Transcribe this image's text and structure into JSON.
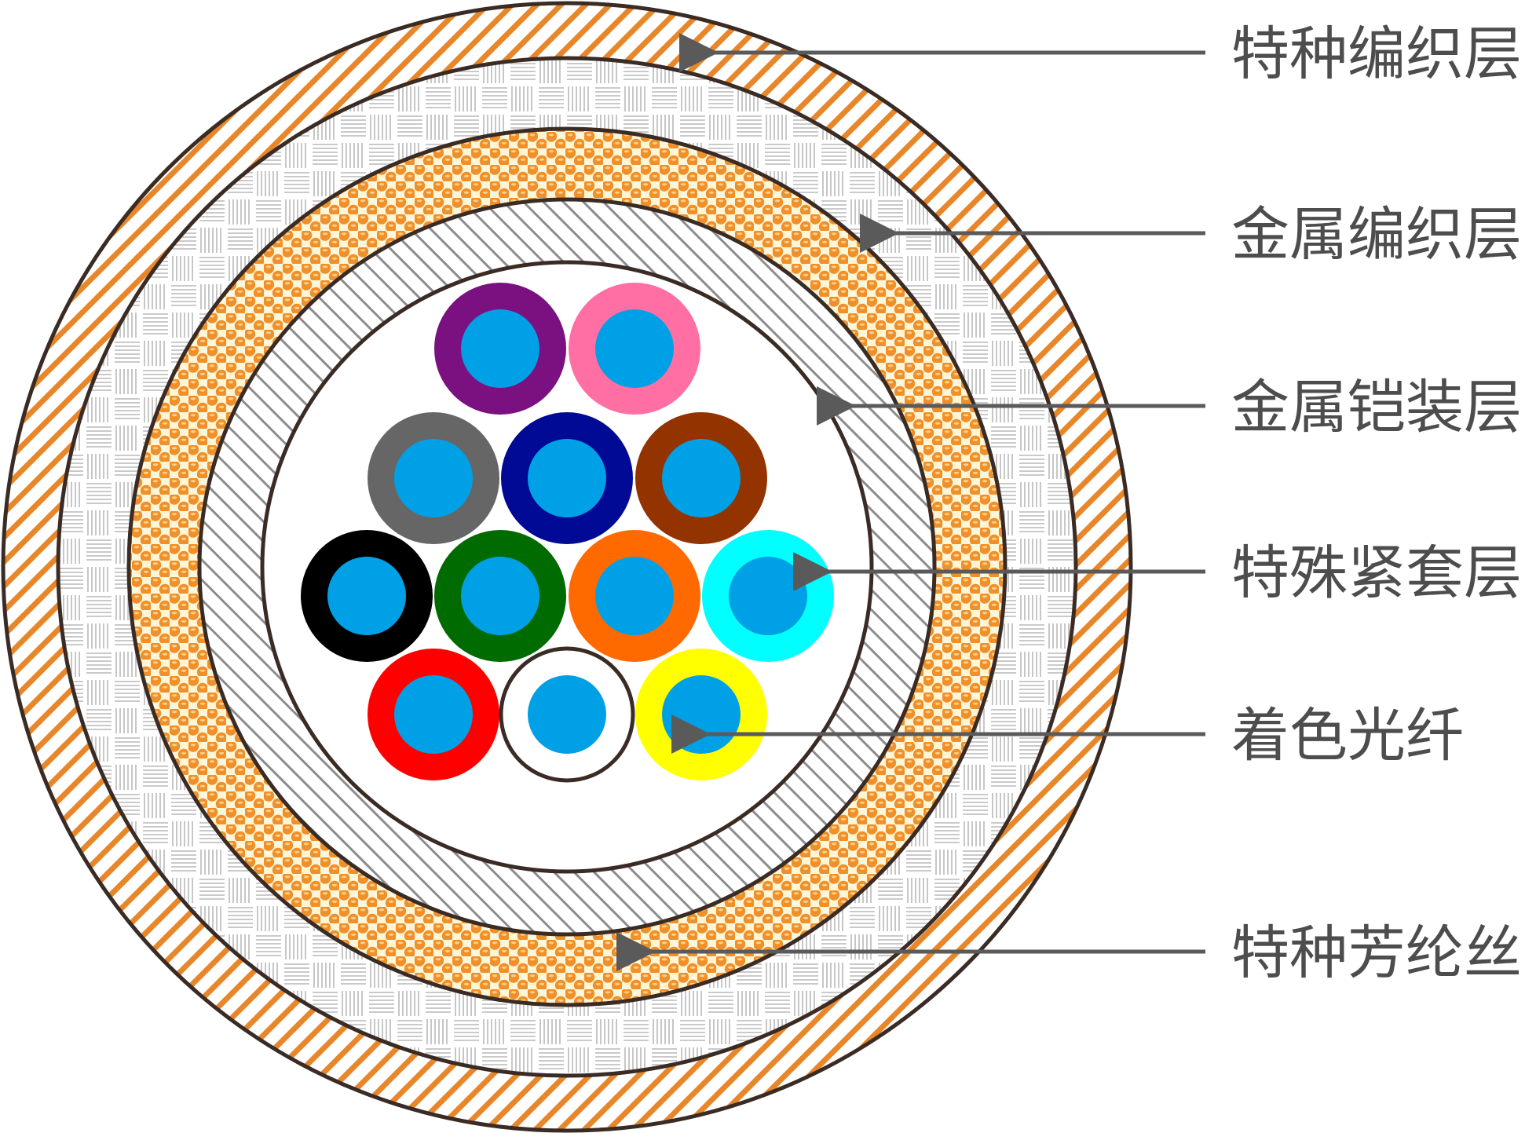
{
  "labels": {
    "special_braid": "特种编织层",
    "metal_braid": "金属编织层",
    "metal_armor": "金属铠装层",
    "tight_buffer": "特殊紧套层",
    "colored_fiber": "着色光纤",
    "aramid_yarn": "特种芳纶丝"
  },
  "colors": {
    "outline": "#3a2b24",
    "braid_orange": "#e8862a",
    "aramid_orange": "#f0902a",
    "aramid_bg": "#fdf6d8",
    "armor_gray": "#8c8c8c",
    "fiber_core": "#00a0e6",
    "label_text": "#4d4d4d",
    "arrow": "#5a5a5a"
  },
  "fibers": [
    {
      "color": "#7b1180",
      "name": "purple"
    },
    {
      "color": "#ff6fa3",
      "name": "pink"
    },
    {
      "color": "#666666",
      "name": "gray"
    },
    {
      "color": "#000a94",
      "name": "blue"
    },
    {
      "color": "#933300",
      "name": "brown"
    },
    {
      "color": "#000000",
      "name": "black"
    },
    {
      "color": "#006b00",
      "name": "green"
    },
    {
      "color": "#ff6a00",
      "name": "orange"
    },
    {
      "color": "#00ffff",
      "name": "aqua"
    },
    {
      "color": "#ff0000",
      "name": "red"
    },
    {
      "color": "#ffffff",
      "name": "white"
    },
    {
      "color": "#ffff00",
      "name": "yellow"
    }
  ]
}
